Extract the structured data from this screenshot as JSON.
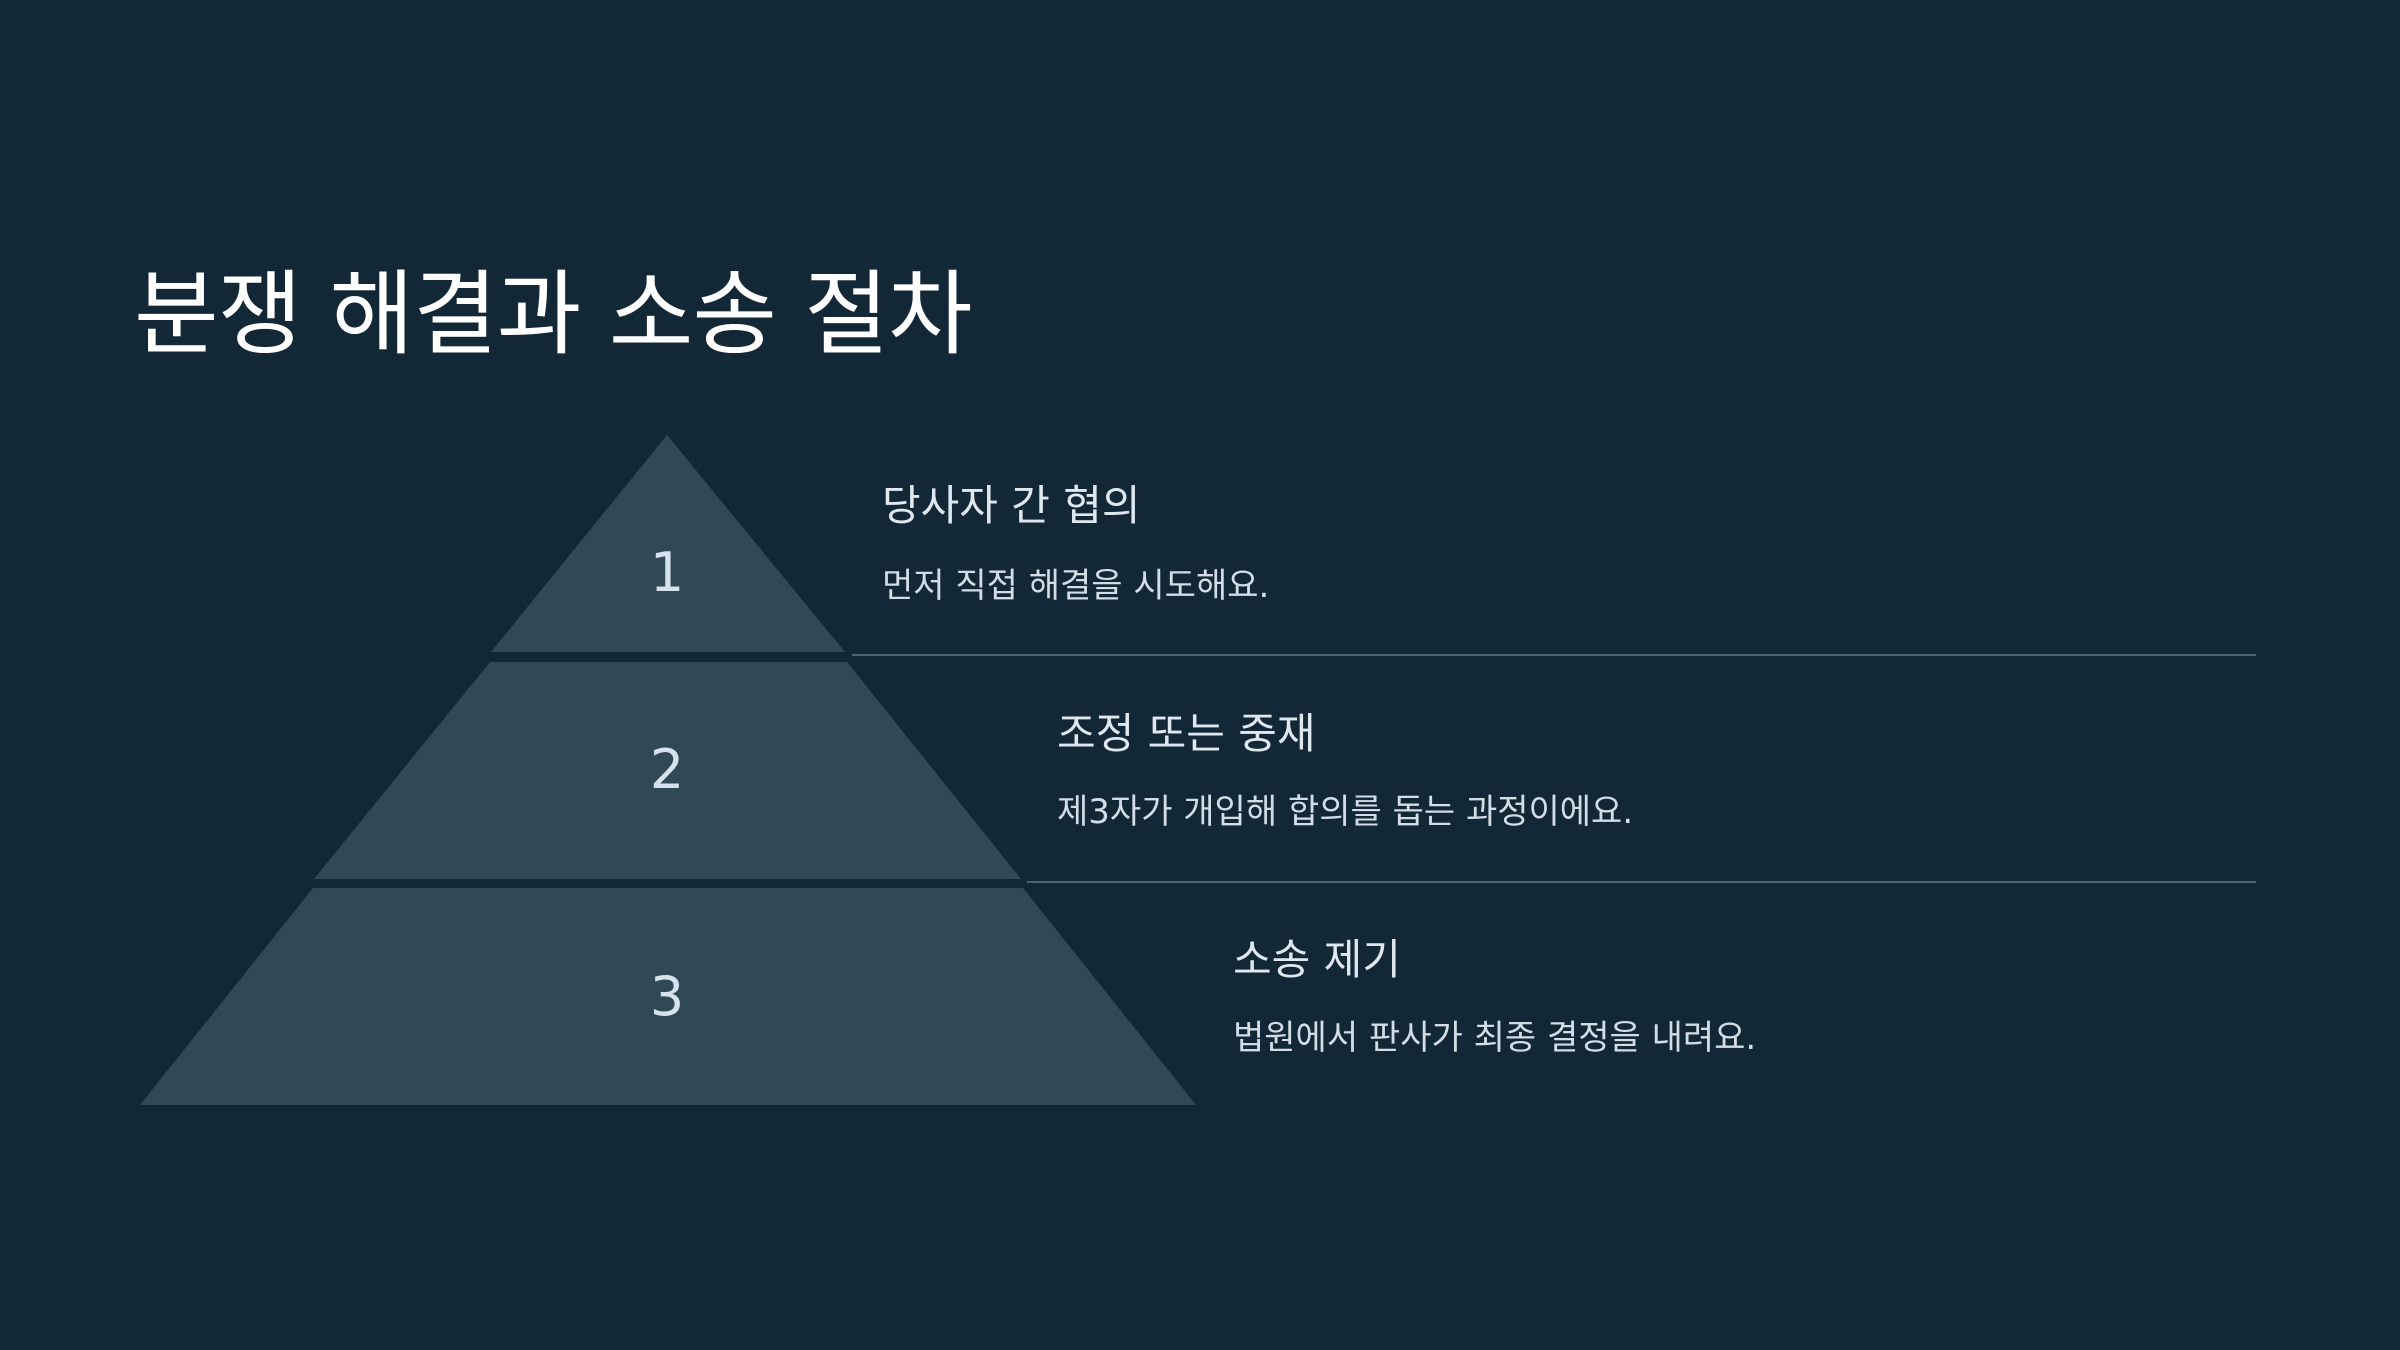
{
  "title": "분쟁 해결과 소송 절차",
  "colors": {
    "background": "#132837",
    "tier_fill": "#314856",
    "divider": "#4d6272",
    "title_text": "#ffffff",
    "body_text": "#d3dde5"
  },
  "levels": [
    {
      "number": "1",
      "title": "당사자 간 협의",
      "description": "먼저 직접 해결을 시도해요."
    },
    {
      "number": "2",
      "title": "조정 또는 중재",
      "description": "제3자가 개입해 합의를 돕는 과정이에요."
    },
    {
      "number": "3",
      "title": "소송 제기",
      "description": "법원에서 판사가 최종 결정을 내려요."
    }
  ]
}
